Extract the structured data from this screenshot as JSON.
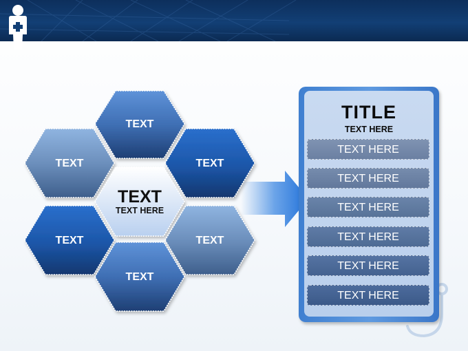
{
  "diagram": {
    "hexagons": [
      {
        "label": "TEXT"
      },
      {
        "label": "TEXT"
      },
      {
        "label": "TEXT"
      },
      {
        "label": "TEXT"
      },
      {
        "label": "TEXT"
      },
      {
        "label": "TEXT"
      }
    ],
    "center": {
      "title": "TEXT",
      "subtitle": "TEXT HERE"
    },
    "panel": {
      "title": "TITLE",
      "subtitle": "TEXT HERE",
      "items": [
        "TEXT HERE",
        "TEXT HERE",
        "TEXT HERE",
        "TEXT HERE",
        "TEXT HERE",
        "TEXT HERE"
      ]
    }
  },
  "colors": {
    "header": "#123f75",
    "hex_dark": "#1f5fb5",
    "hex_steel": "#5f7fa8",
    "panel_border": "#4a86d4",
    "row_fill": "#4f6f9a"
  },
  "icons": [
    "medical-person-icon",
    "stethoscope-icon",
    "arrow-right-icon"
  ]
}
